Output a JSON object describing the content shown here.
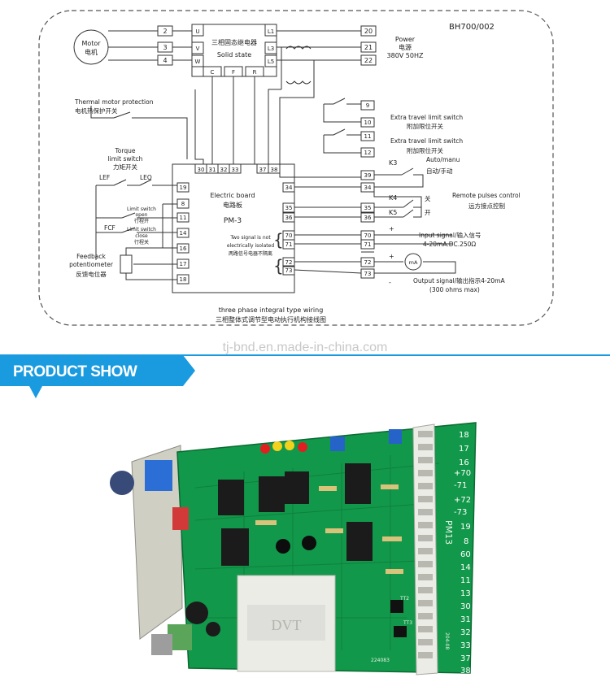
{
  "wiring": {
    "model_code": "BH700/002",
    "motor": {
      "en": "Motor",
      "zh": "电机"
    },
    "motor_terminals": [
      "2",
      "3",
      "4"
    ],
    "relay": {
      "zh": "三相固态继电器",
      "en": "Solid state",
      "in_pins": [
        "U",
        "V",
        "W"
      ],
      "out_pins": [
        "L1",
        "L3",
        "L5"
      ],
      "bottom_pins": [
        "C",
        "F",
        "R"
      ]
    },
    "power": {
      "en": "Power",
      "zh": "电源",
      "spec": "380V 50HZ",
      "terminals": [
        "20",
        "21",
        "22"
      ]
    },
    "thermal": {
      "en": "Thermal motor protection",
      "zh": "电机热保护开关"
    },
    "torque": {
      "en1": "Torque",
      "en2": "limit switch",
      "zh": "力矩开关",
      "lef": "LEF",
      "leo": "LEO"
    },
    "extra_travel_1": {
      "en": "Extra travel limit switch",
      "zh": "附加限位开关",
      "terminals": [
        "9",
        "10"
      ]
    },
    "extra_travel_2": {
      "en": "Extra travel limit switch",
      "zh": "附加限位开关",
      "terminals": [
        "11",
        "12"
      ]
    },
    "board": {
      "en": "Electric board",
      "zh": "电路板",
      "model": "PM-3",
      "top_pins": [
        "30",
        "31",
        "32",
        "33",
        "37",
        "38"
      ],
      "left_pins": [
        "19",
        "8",
        "11",
        "14",
        "16",
        "17",
        "18"
      ],
      "right_pins": [
        "34",
        "35",
        "36",
        "70",
        "71",
        "72",
        "73"
      ]
    },
    "limit_open": {
      "en1": "Limit switch",
      "en2": "open",
      "zh": "行程开"
    },
    "limit_close": {
      "en1": "Limit switch",
      "en2": "close",
      "zh": "行程关"
    },
    "fcf": "FCF",
    "feedback": {
      "en1": "Feedback",
      "en2": "potentiometer",
      "zh": "反馈电位器"
    },
    "isolation_note": {
      "l1": "Two signal is not",
      "l2": "electrically isolated",
      "l3": "两路信号电器不隔离"
    },
    "k3": "K3",
    "k4": "K4",
    "k5": "K5",
    "auto_manual": {
      "en": "Auto/manu",
      "zh": "自动/手动"
    },
    "remote_pulses": {
      "en": "Remote pulses control",
      "zh": "远方接点控制"
    },
    "k4_label": "关",
    "k5_label": "开",
    "right_terminals": [
      "39",
      "34",
      "35",
      "36",
      "70",
      "71",
      "72",
      "73"
    ],
    "input_signal": {
      "l1": "Input signal/输入信号",
      "l2": "4-20mA.DC.250Ω"
    },
    "output_signal": {
      "l1": "Output signal/输出指示4-20mA",
      "l2": "(300 ohms max)"
    },
    "ma_meter": "mA",
    "plus": "+",
    "minus": "-",
    "caption_en": "three phase integral type wiring",
    "caption_zh": "三相整体式调节型电动执行机构接线图"
  },
  "watermark": "tj-bnd.en.made-in-china.com",
  "section_banner": "PRODUCT SHOW",
  "pcb": {
    "transformer_label": "DVT",
    "board_label": "PM13",
    "serial": "224083",
    "revision": "204-08",
    "tt_labels": [
      "TT2",
      "TT3"
    ],
    "terminal_labels": [
      "18",
      "17",
      "16",
      "+70",
      "-71",
      "+72",
      "-73",
      "19",
      "8",
      "60",
      "14",
      "11",
      "13",
      "30",
      "31",
      "32",
      "33",
      "37",
      "38"
    ]
  },
  "colors": {
    "banner_blue": "#1a9be0",
    "pcb_green": "#12984a",
    "terminal_white": "#ecece6"
  }
}
